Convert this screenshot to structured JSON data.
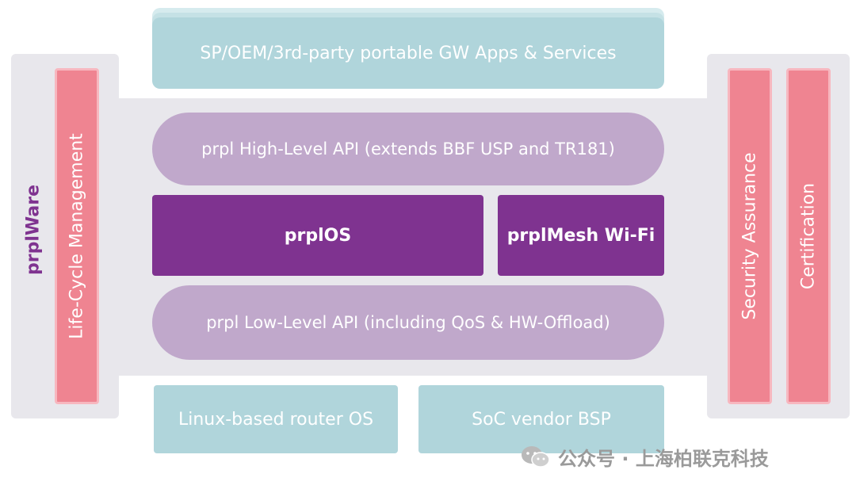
{
  "diagram": {
    "top_apps": "SP/OEM/3rd-party portable GW Apps & Services",
    "high_level_api": "prpl High-Level API (extends BBF USP and TR181)",
    "prplos": "prplOS",
    "prplmesh": "prplMesh Wi-Fi",
    "low_level_api": "prpl Low-Level API (including QoS & HW-Offload)",
    "linux_os": "Linux-based router OS",
    "soc_bsp": "SoC vendor BSP",
    "prplware": "prplWare",
    "lifecycle": "Life-Cycle Management",
    "security": "Security Assurance",
    "certification": "Certification"
  },
  "watermark": {
    "text": "公众号 · 上海柏联克科技"
  },
  "colors": {
    "panel_grey": "#e8e7ec",
    "teal": "#b0d5db",
    "pink": "#ef8491",
    "lavender": "#c0a8cb",
    "purple": "#7f3390",
    "prplware_text": "#7f3390"
  }
}
